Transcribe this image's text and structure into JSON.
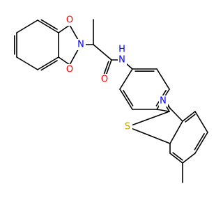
{
  "molecule": {
    "atoms": [
      {
        "id": "O1",
        "element": "O",
        "label": "O",
        "color": "#ff0000"
      },
      {
        "id": "O2",
        "element": "O",
        "label": "O",
        "color": "#ff0000"
      },
      {
        "id": "N_imide",
        "element": "N",
        "label": "N",
        "color": "#0000ff"
      },
      {
        "id": "O3",
        "element": "O",
        "label": "O",
        "color": "#ff0000"
      },
      {
        "id": "N_amide",
        "element": "N",
        "label": "N",
        "color": "#0000ff"
      },
      {
        "id": "H_amide",
        "element": "H",
        "label": "H",
        "color": "#0000ff"
      },
      {
        "id": "N_thiazole",
        "element": "N",
        "label": "N",
        "color": "#0000ff"
      },
      {
        "id": "S",
        "element": "S",
        "label": "S",
        "color": "#c8a000"
      }
    ],
    "bond_color": "#000000",
    "background": "#ffffff"
  }
}
